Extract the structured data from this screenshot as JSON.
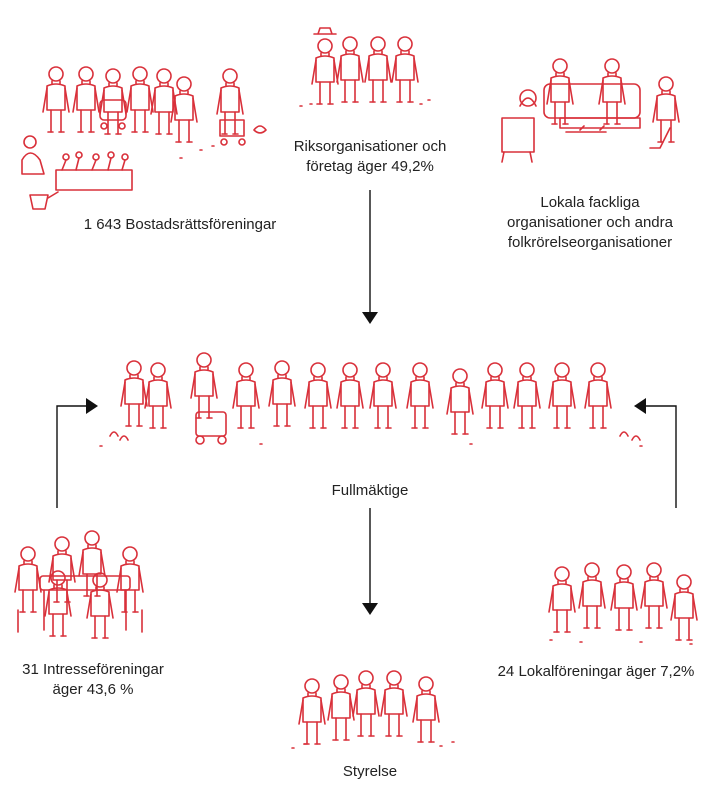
{
  "nodes": {
    "riks": {
      "label_line1": "Riksorganisationer och",
      "label_line2": "företag äger 49,2%"
    },
    "bostad": {
      "label": "1 643 Bostadsrättsföreningar"
    },
    "lokala": {
      "label_line1": "Lokala fackliga",
      "label_line2": "organisationer och andra",
      "label_line3": "folkrörelseorganisationer"
    },
    "fullmaktige": {
      "label": "Fullmäktige"
    },
    "intresse": {
      "label_line1": "31 Intresseföreningar",
      "label_line2": "äger 43,6 %"
    },
    "lokalforeningar": {
      "label": "24 Lokalföreningar äger 7,2%"
    },
    "styrelse": {
      "label": "Styrelse"
    }
  },
  "colors": {
    "illustration": "#d9303a",
    "arrows": "#111111",
    "text": "#222222"
  },
  "icons": {
    "riks": "group-of-people-icon",
    "bostad": "residents-gardening-icon",
    "lokala": "meeting-around-table-icon",
    "fullmaktige": "assembly-crowd-icon",
    "intresse": "people-at-table-icon",
    "lokalforeningar": "group-of-people-icon",
    "styrelse": "board-members-icon"
  }
}
